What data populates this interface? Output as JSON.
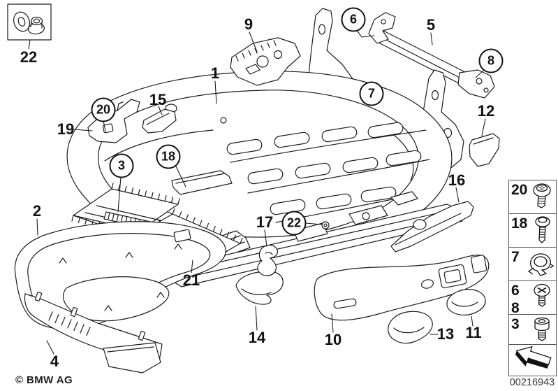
{
  "figure": {
    "copyright": "© BMW AG",
    "document_number": "00216943"
  },
  "callouts": {
    "plain": [
      {
        "part": "22",
        "text": "22"
      },
      {
        "part": "9",
        "text": "9"
      },
      {
        "part": "1",
        "text": "1"
      },
      {
        "part": "5",
        "text": "5"
      },
      {
        "part": "12",
        "text": "12"
      },
      {
        "part": "19",
        "text": "19"
      },
      {
        "part": "15",
        "text": "15"
      },
      {
        "part": "2",
        "text": "2"
      },
      {
        "part": "21",
        "text": "21"
      },
      {
        "part": "4",
        "text": "4"
      },
      {
        "part": "17",
        "text": "17"
      },
      {
        "part": "16",
        "text": "16"
      },
      {
        "part": "14",
        "text": "14"
      },
      {
        "part": "10",
        "text": "10"
      },
      {
        "part": "13",
        "text": "13"
      },
      {
        "part": "11",
        "text": "11"
      }
    ],
    "circled": [
      {
        "part": "20",
        "text": "20"
      },
      {
        "part": "3",
        "text": "3"
      },
      {
        "part": "18",
        "text": "18"
      },
      {
        "part": "6",
        "text": "6"
      },
      {
        "part": "7",
        "text": "7"
      },
      {
        "part": "8",
        "text": "8"
      },
      {
        "part": "22",
        "text": "22"
      }
    ]
  },
  "legend": {
    "rows": [
      {
        "labels": [
          "20"
        ],
        "icon": "torx-pan-head-screw"
      },
      {
        "labels": [
          "18"
        ],
        "icon": "shoulder-screw"
      },
      {
        "labels": [
          "7"
        ],
        "icon": "cable-clip"
      },
      {
        "labels": [
          "6",
          "8"
        ],
        "icon": "phillips-pan-head-screw"
      },
      {
        "labels": [
          "3"
        ],
        "icon": "socket-head-bolt"
      },
      {
        "labels": [],
        "icon": "direction-arrow"
      }
    ]
  },
  "hardware_box": {
    "label": "22",
    "icons": [
      "washer",
      "flange-nut"
    ]
  },
  "colors": {
    "line": "#1c1c1c",
    "background": "#ffffff"
  }
}
